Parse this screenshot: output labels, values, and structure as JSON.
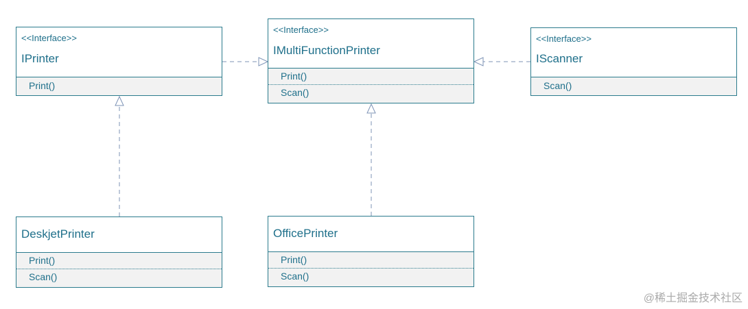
{
  "diagram": {
    "classes": [
      {
        "id": "iprinter",
        "stereotype": "<<Interface>>",
        "name": "IPrinter",
        "operations": [
          "Print()"
        ]
      },
      {
        "id": "imultifunctionprinter",
        "stereotype": "<<Interface>>",
        "name": "IMultiFunctionPrinter",
        "operations": [
          "Print()",
          "Scan()"
        ]
      },
      {
        "id": "iscanner",
        "stereotype": "<<Interface>>",
        "name": "IScanner",
        "operations": [
          "Scan()"
        ]
      },
      {
        "id": "deskjetprinter",
        "stereotype": "",
        "name": "DeskjetPrinter",
        "operations": [
          "Print()",
          "Scan()"
        ]
      },
      {
        "id": "officeprinter",
        "stereotype": "",
        "name": "OfficePrinter",
        "operations": [
          "Print()",
          "Scan()"
        ]
      }
    ],
    "relations": [
      {
        "from": "iprinter",
        "to": "imultifunctionprinter",
        "kind": "realization",
        "line": "dashed",
        "arrow": "hollow-triangle"
      },
      {
        "from": "iscanner",
        "to": "imultifunctionprinter",
        "kind": "realization",
        "line": "dashed",
        "arrow": "hollow-triangle"
      },
      {
        "from": "deskjetprinter",
        "to": "iprinter",
        "kind": "realization",
        "line": "dashed",
        "arrow": "hollow-triangle"
      },
      {
        "from": "officeprinter",
        "to": "imultifunctionprinter",
        "kind": "realization",
        "line": "dashed",
        "arrow": "hollow-triangle"
      }
    ],
    "colors": {
      "border": "#2a7a8c",
      "text": "#1e6f8a",
      "ops_background": "#f2f2f2",
      "connector": "#7d93b6"
    }
  },
  "watermark": "@稀土掘金技术社区"
}
